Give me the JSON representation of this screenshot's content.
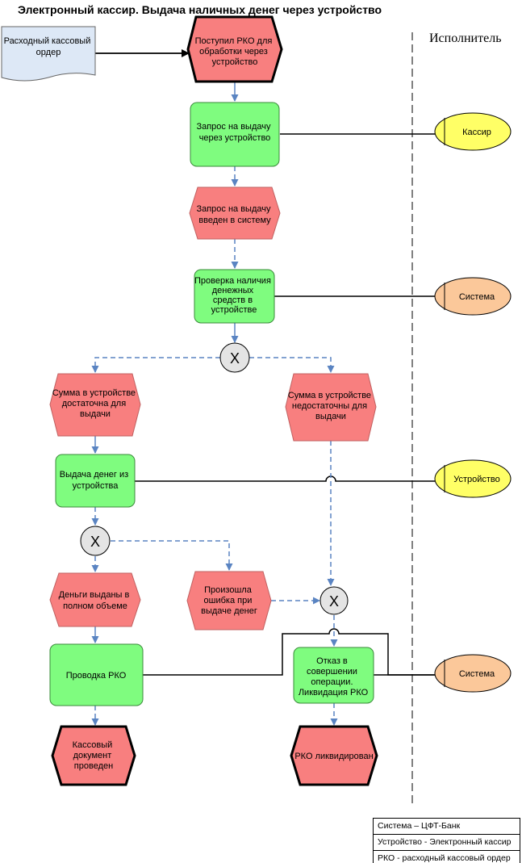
{
  "title": "Электронный кассир. Выдача наличных денег через устройство",
  "column_header": "Исполнитель",
  "document": [
    "Расходный кассовый",
    "ордер"
  ],
  "events": {
    "start": [
      "Поступил РКО для",
      "обработки через",
      "устройство"
    ],
    "request_entered": [
      "Запрос на выдачу",
      "введен в систему"
    ],
    "sufficient": [
      "Сумма в устройстве",
      "достаточна для",
      "выдачи"
    ],
    "insufficient": [
      "Сумма в устройстве",
      "недостаточны для",
      "выдачи"
    ],
    "dispensed": [
      "Деньги выданы в",
      "полном объеме"
    ],
    "error": [
      "Произошла",
      "ошибка при",
      "выдаче денег"
    ],
    "posted": [
      "Кассовый",
      "документ",
      "проведен"
    ],
    "liquidated": [
      "РКО ликвидирован"
    ]
  },
  "functions": {
    "request": [
      "Запрос на выдачу",
      "через устройство"
    ],
    "check": [
      "Проверка наличия",
      "денежных",
      "средств в",
      "устройстве"
    ],
    "dispense": [
      "Выдача денег из",
      "устройства"
    ],
    "post": [
      "Проводка РКО"
    ],
    "refuse": [
      "Отказ в",
      "совершении",
      "операции.",
      "Ликвидация РКО"
    ]
  },
  "operator": "X",
  "roles": {
    "cashier": "Кассир",
    "system1": "Система",
    "device": "Устройство",
    "system2": "Система"
  },
  "legend": [
    "Система – ЦФТ-Банк",
    "Устройство - Электронный кассир",
    "РКО - расходный кассовый ордер"
  ],
  "colors": {
    "event": "#f87f7f",
    "function": "#7ffc7f",
    "role_yellow": "#ffff66",
    "role_orange": "#fbc89a",
    "document": "#dde8f6",
    "operator": "#e4e4e4",
    "connector": "#5a84c2"
  }
}
